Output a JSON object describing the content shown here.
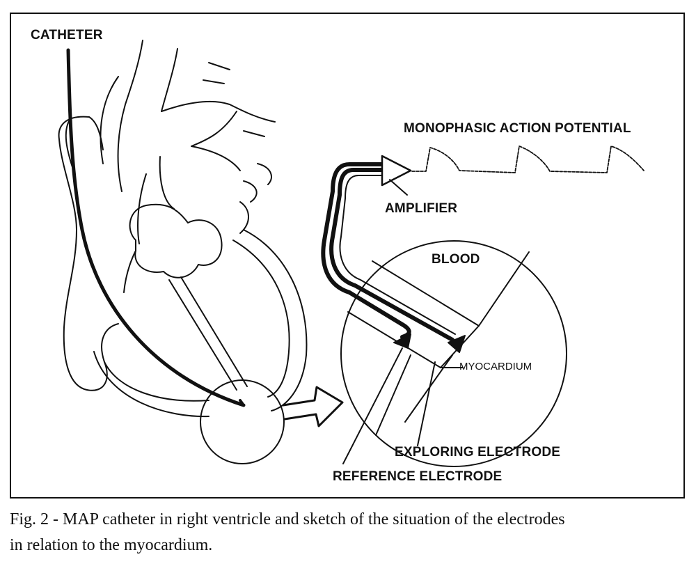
{
  "labels": {
    "catheter": "CATHETER",
    "map": "MONOPHASIC ACTION POTENTIAL",
    "amplifier": "AMPLIFIER",
    "blood": "BLOOD",
    "myocardium": "MYOCARDIUM",
    "exploring": "EXPLORING ELECTRODE",
    "reference": "REFERENCE ELECTRODE"
  },
  "caption": {
    "line1": "Fig. 2 - MAP catheter in right ventricle and sketch of the situation of the electrodes",
    "line2": "in relation to the myocardium."
  }
}
